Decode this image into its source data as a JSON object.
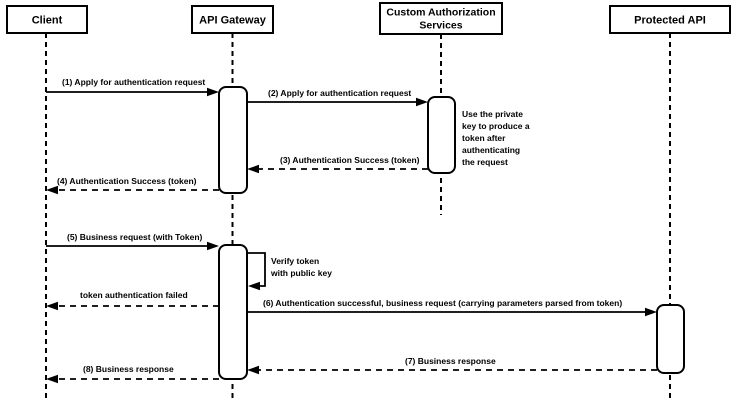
{
  "diagram": {
    "type": "sequence-diagram",
    "colors": {
      "stroke": "#000000",
      "background": "#ffffff",
      "text": "#000000"
    },
    "participants": [
      {
        "id": "client",
        "label": "Client"
      },
      {
        "id": "api-gateway",
        "label": "API Gateway"
      },
      {
        "id": "custom-authorization-services",
        "lines": [
          "Custom Authorization",
          "Services"
        ]
      },
      {
        "id": "protected-api",
        "label": "Protected API"
      }
    ],
    "messages": [
      {
        "seq": "1",
        "label": "(1) Apply for authentication request",
        "from": "client",
        "to": "api-gateway",
        "line": "solid"
      },
      {
        "seq": "2",
        "label": "(2) Apply for authentication request",
        "from": "api-gateway",
        "to": "custom-authorization-services",
        "line": "solid"
      },
      {
        "seq": "3",
        "label": "(3) Authentication Success (token)",
        "from": "custom-authorization-services",
        "to": "api-gateway",
        "line": "dashed"
      },
      {
        "seq": "4",
        "label": "(4) Authentication Success (token)",
        "from": "api-gateway",
        "to": "client",
        "line": "dashed"
      },
      {
        "seq": "5",
        "label": "(5) Business request (with Token)",
        "from": "client",
        "to": "api-gateway",
        "line": "solid"
      },
      {
        "seq": "self",
        "lines": [
          "Verify token",
          "with public key"
        ],
        "from": "api-gateway",
        "to": "api-gateway",
        "line": "solid"
      },
      {
        "seq": "",
        "label": "token authentication failed",
        "from": "api-gateway",
        "to": "client",
        "line": "dashed"
      },
      {
        "seq": "6",
        "label": "(6) Authentication successful, business request (carrying parameters parsed from token)",
        "from": "api-gateway",
        "to": "protected-api",
        "line": "solid"
      },
      {
        "seq": "7",
        "label": "(7) Business response",
        "from": "protected-api",
        "to": "api-gateway",
        "line": "dashed"
      },
      {
        "seq": "8",
        "label": "(8) Business response",
        "from": "api-gateway",
        "to": "client",
        "line": "dashed"
      }
    ],
    "note": {
      "attached_to": "custom-authorization-services",
      "lines": [
        "Use the private",
        "key to produce a",
        "token after",
        "authenticating",
        "the request"
      ]
    }
  }
}
